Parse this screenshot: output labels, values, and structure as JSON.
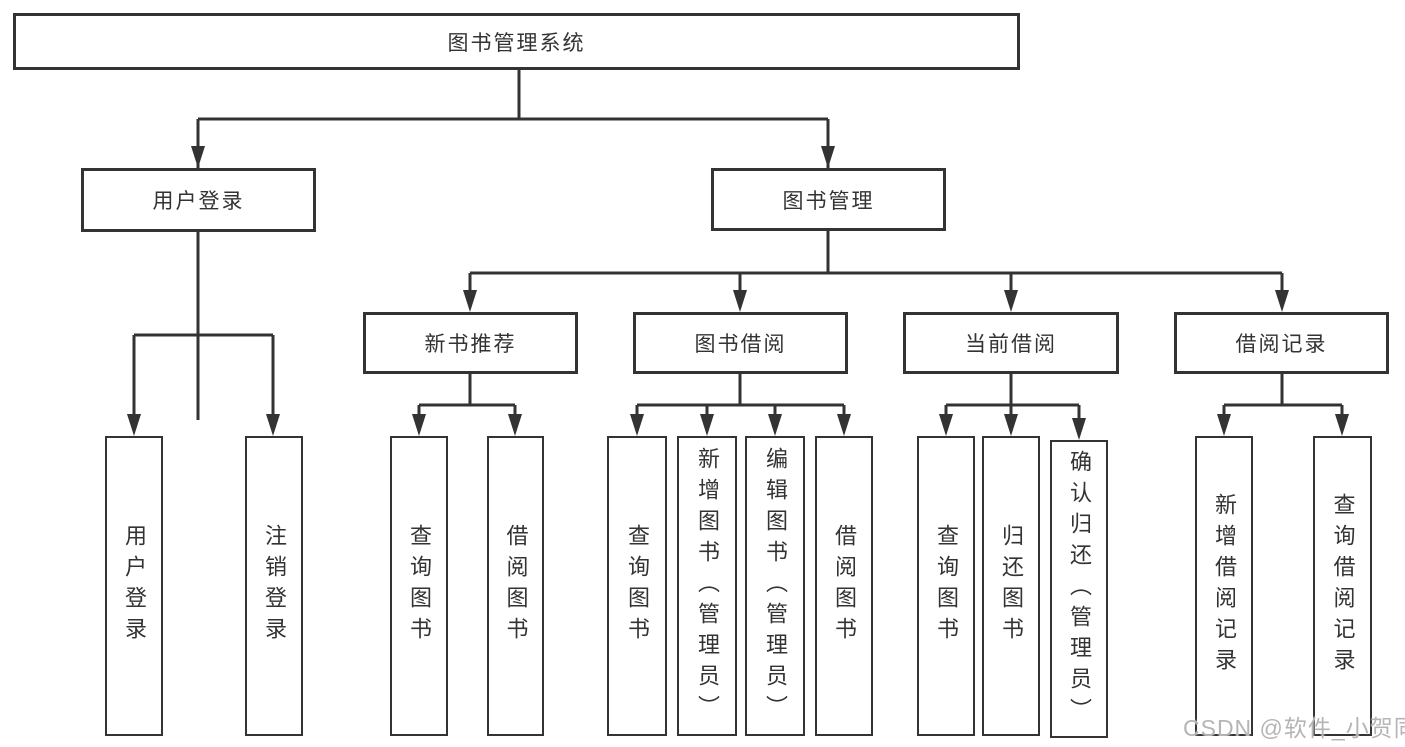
{
  "colors": {
    "line": "#333333",
    "text": "#333333",
    "background": "#ffffff",
    "watermark": "#b5b5b5"
  },
  "tree": {
    "root": {
      "label": "图书管理系统"
    },
    "branches": [
      {
        "label": "用户登录",
        "children": [
          {
            "label": "用户登录"
          },
          {
            "label": "注销登录"
          }
        ]
      },
      {
        "label": "图书管理",
        "children": [
          {
            "label": "新书推荐",
            "children": [
              {
                "label": "查询图书"
              },
              {
                "label": "借阅图书"
              }
            ]
          },
          {
            "label": "图书借阅",
            "children": [
              {
                "label": "查询图书"
              },
              {
                "label": "新增图书（管理员）"
              },
              {
                "label": "编辑图书（管理员）"
              },
              {
                "label": "借阅图书"
              }
            ]
          },
          {
            "label": "当前借阅",
            "children": [
              {
                "label": "查询图书"
              },
              {
                "label": "归还图书"
              },
              {
                "label": "确认归还（管理员）"
              }
            ]
          },
          {
            "label": "借阅记录",
            "children": [
              {
                "label": "新增借阅记录"
              },
              {
                "label": "查询借阅记录"
              }
            ]
          }
        ]
      }
    ]
  },
  "watermark": {
    "text": "CSDN @软件_小贺同学"
  }
}
